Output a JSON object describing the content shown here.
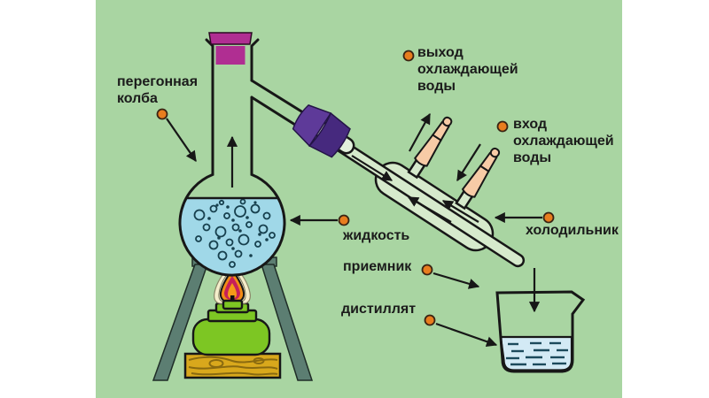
{
  "diagram": {
    "description": "Laboratory distillation setup schematic",
    "labels": {
      "flask": "перегонная\nколба",
      "water_out": "выход\nохлаждающей\nводы",
      "water_in": "вход\nохлаждающей\nводы",
      "liquid": "жидкость",
      "condenser": "холодильник",
      "receiver": "приемник",
      "distillate": "дистиллят"
    },
    "colors": {
      "background": "#a9d5a2",
      "outline": "#171717",
      "label_ink": "#1b1b1b",
      "marker_orange": "#e87d1e",
      "flask_liquid": "#a0d8e8",
      "bubble_ink": "#17404e",
      "distillate_liquid": "#d3eaf5",
      "dash_ink": "#1c4a5c",
      "stopper_magenta": "#b02e92",
      "cork_purple_light": "#5e3a99",
      "cork_purple_dark": "#46297e",
      "condenser_glass": "#d6eacc",
      "side_arm_glass": "#e2f0dc",
      "water_tube_peach": "#f7cba6",
      "burner_green": "#7dc623",
      "tripod_gray": "#5c7e72",
      "wood_base": "#d9a81c",
      "wood_grain": "#8a6a10",
      "flame_cream": "#f4eecb",
      "flame_orange": "#f28c15",
      "flame_crimson": "#c6205a",
      "flame_core": "#f59a18"
    }
  }
}
